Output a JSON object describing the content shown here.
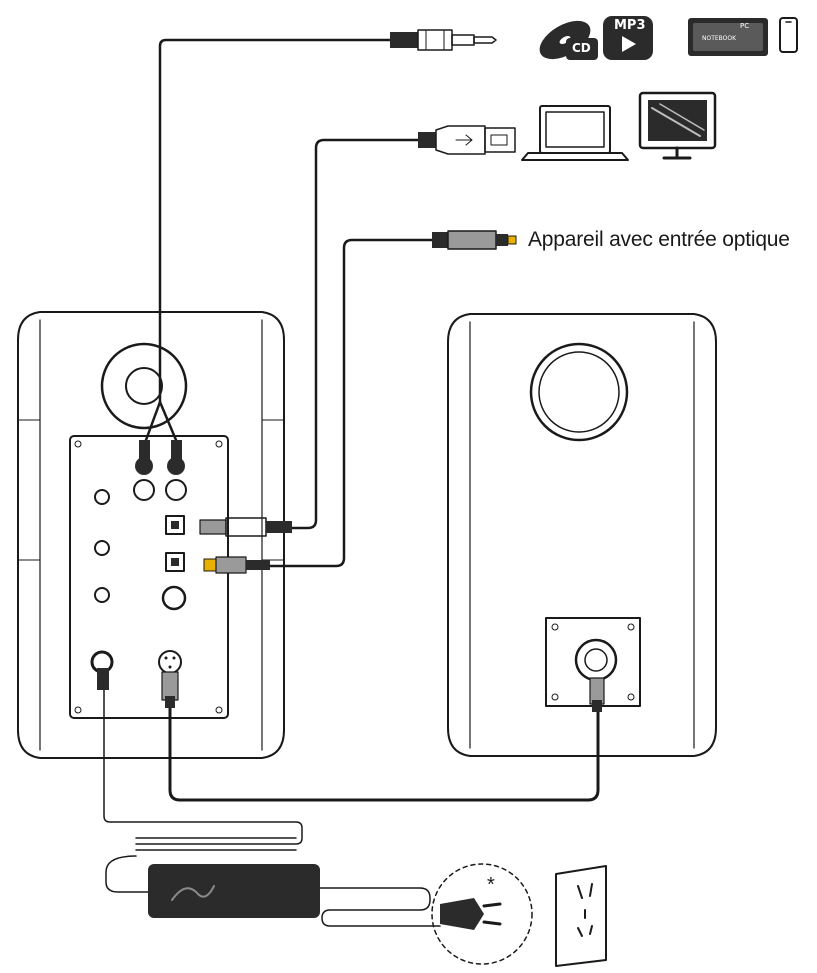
{
  "labels": {
    "optical_device": "Appareil avec entrée optique",
    "asterisk": "*"
  },
  "source_icons": {
    "cd": "CD",
    "mp3": "MP3",
    "pc_line1": "PC",
    "pc_line2": "NOTEBOOK"
  },
  "icons": [
    "cd-icon",
    "mp3-player-icon",
    "pc-notebook-icon",
    "smartphone-icon",
    "laptop-icon",
    "monitor-icon",
    "power-outlet-icon",
    "power-plug-icon",
    "power-adapter-icon"
  ],
  "colors": {
    "line": "#1a1a1a",
    "fill_dark": "#2b2b2b",
    "fill_gray": "#9a9a9a"
  }
}
